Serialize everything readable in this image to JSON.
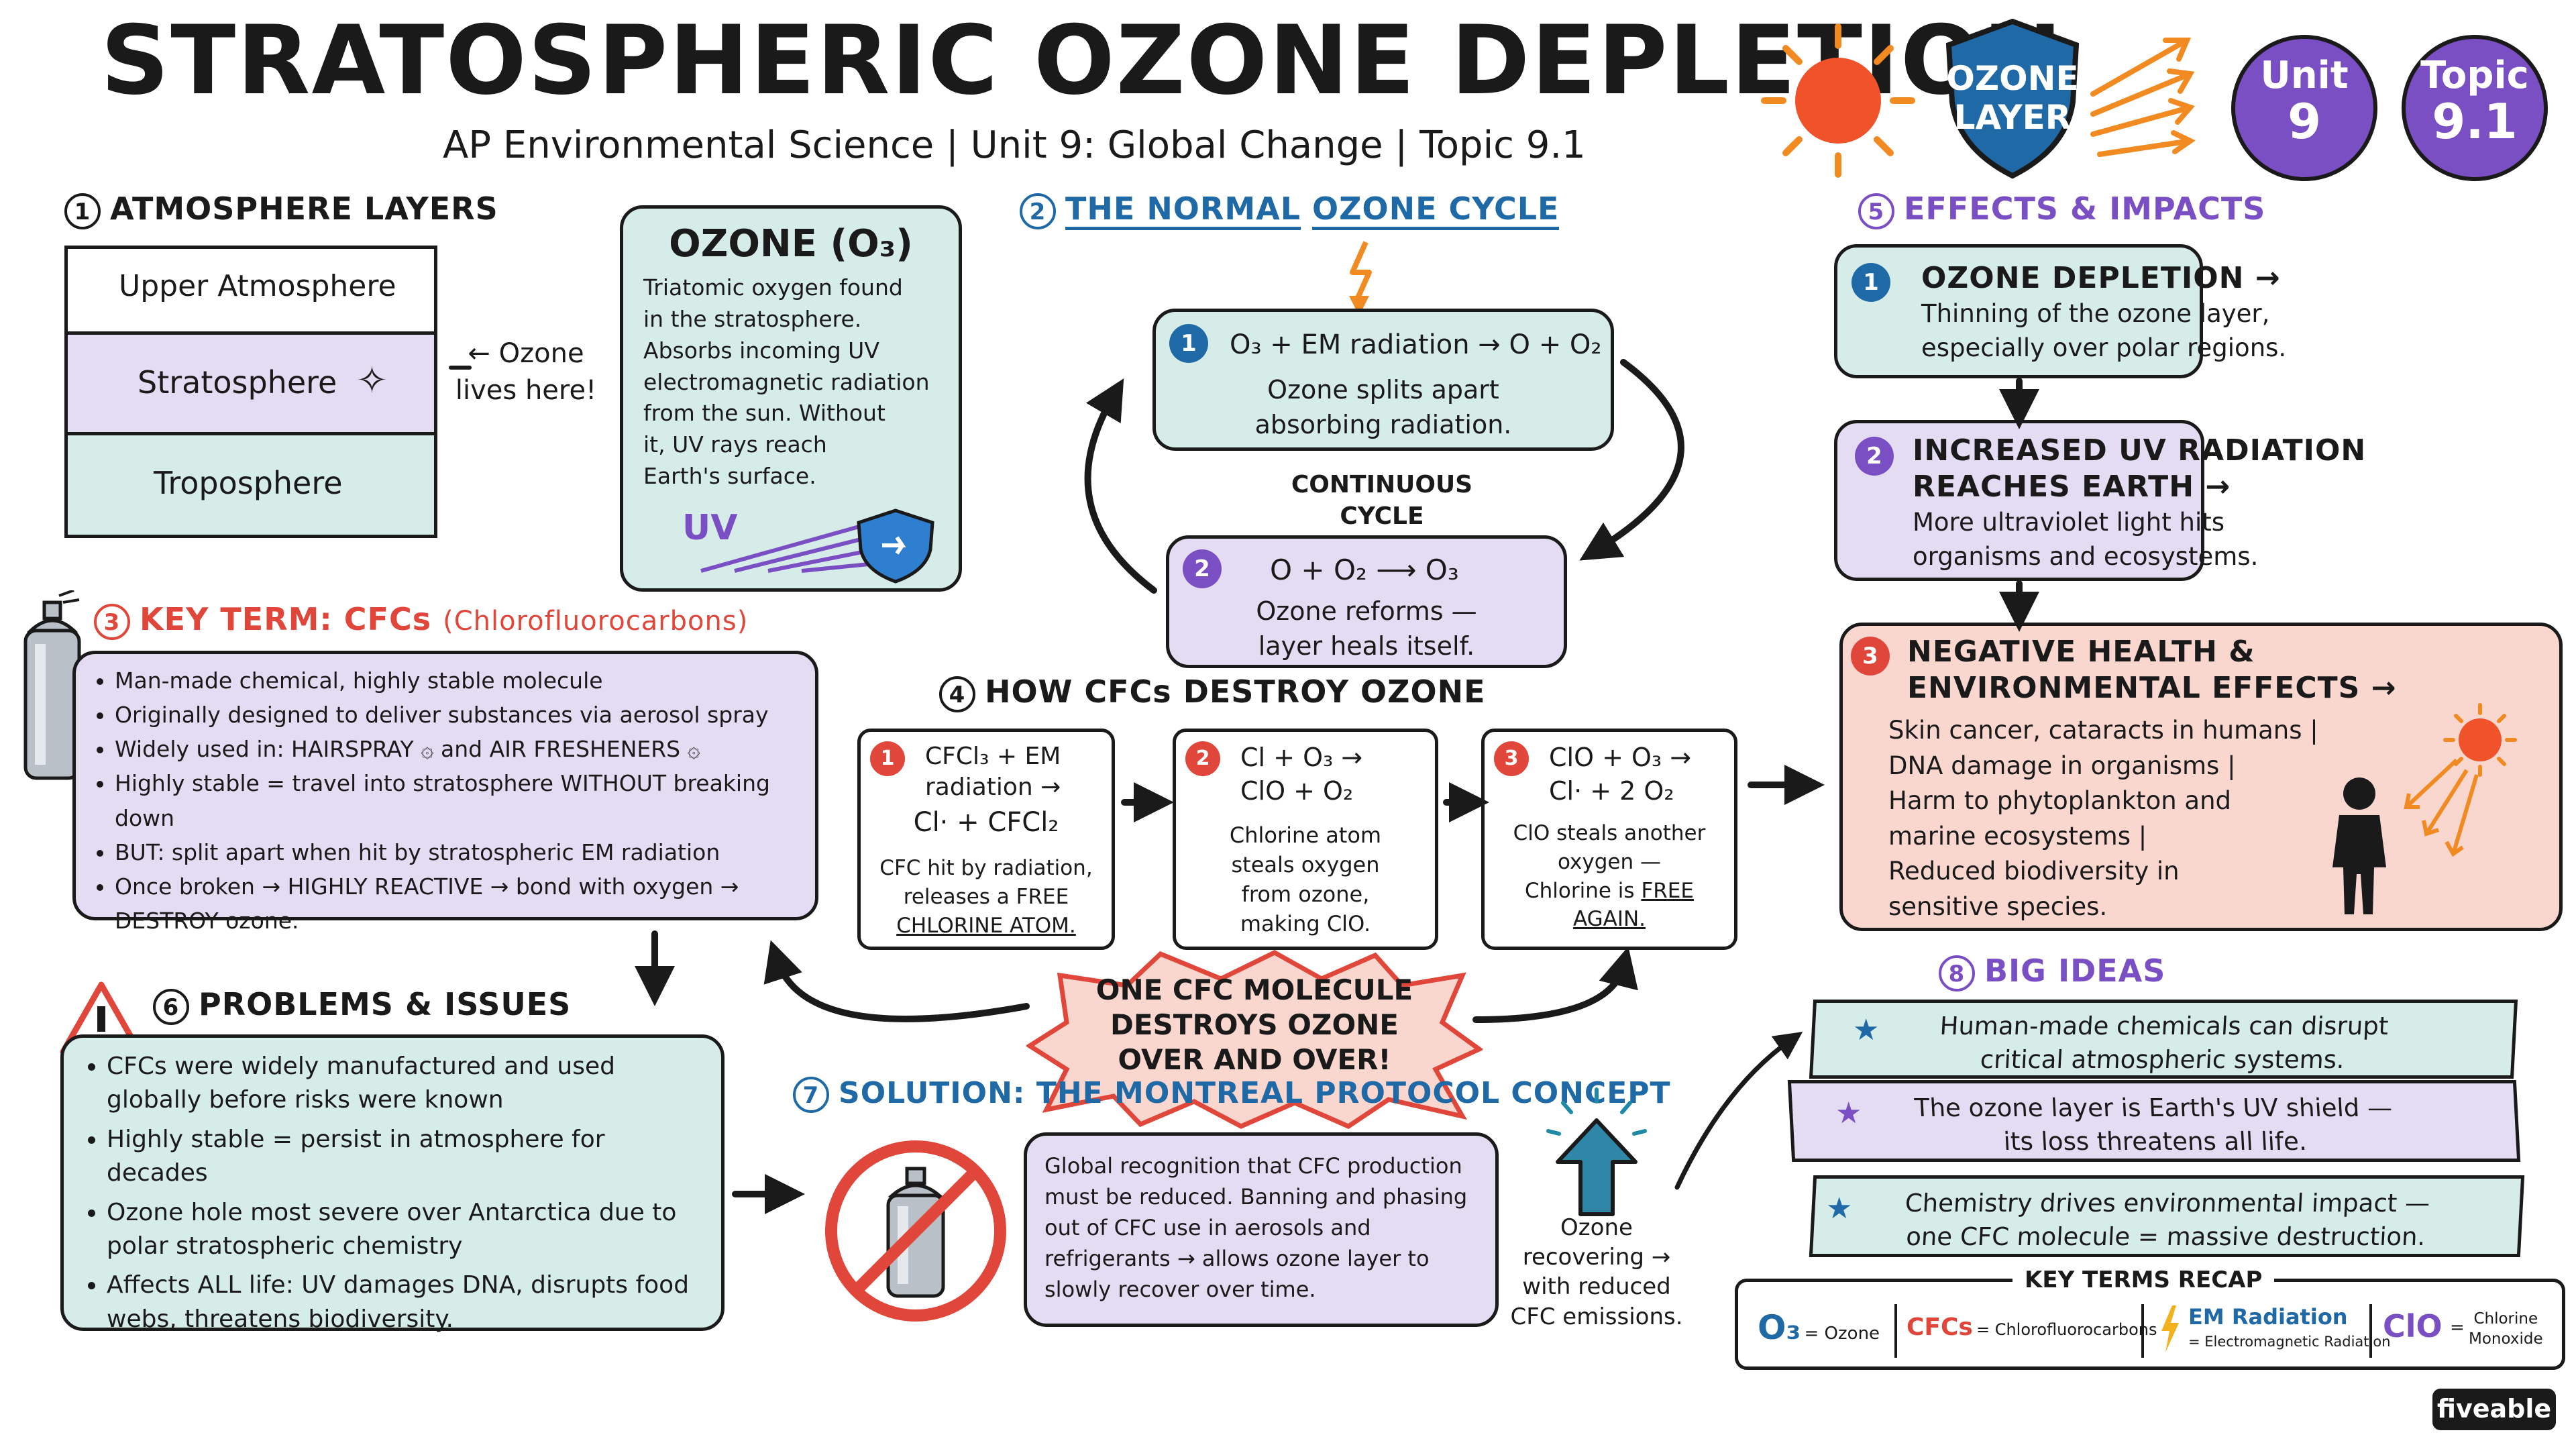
{
  "header": {
    "title": "STRATOSPHERIC OZONE DEPLETION",
    "subtitle": "AP Environmental Science | Unit 9: Global Change | Topic 9.1",
    "shield_line1": "OZONE",
    "shield_line2": "LAYER",
    "unit_label": "Unit",
    "unit_value": "9",
    "topic_label": "Topic",
    "topic_value": "9.1"
  },
  "layers": {
    "number": "1",
    "heading": "ATMOSPHERE LAYERS",
    "rows": [
      "Upper Atmosphere",
      "Stratosphere",
      "Troposphere"
    ],
    "note_line1": "← Ozone",
    "note_line2": "lives here!"
  },
  "ozone": {
    "title": "OZONE (O₃)",
    "lines": [
      "Triatomic oxygen found",
      "in the stratosphere.",
      "Absorbs incoming UV",
      "electromagnetic radiation",
      "from the sun. Without",
      "it, UV rays reach",
      "Earth's surface."
    ],
    "uv_label": "UV"
  },
  "cycle": {
    "number": "2",
    "heading_a": "THE NORMAL",
    "heading_b": "OZONE CYCLE",
    "step1_num": "1",
    "step1_eq": "O₃ + EM radiation → O + O₂",
    "step1_l1": "Ozone splits apart",
    "step1_l2": "absorbing radiation.",
    "center_l1": "CONTINUOUS",
    "center_l2": "CYCLE",
    "step2_num": "2",
    "step2_eq": "O + O₂ ⟶ O₃",
    "step2_l1": "Ozone reforms —",
    "step2_l2": "layer heals itself."
  },
  "cfcs": {
    "number": "3",
    "heading": "KEY TERM: CFCs",
    "heading_paren": "(Chlorofluorocarbons)",
    "bullets": [
      "Man-made chemical, highly stable molecule",
      "Originally designed to deliver substances via aerosol spray",
      "Widely used in: HAIRSPRAY ۞ and AIR FRESHENERS ۞",
      "Highly stable = travel into stratosphere WITHOUT breaking down",
      "BUT: split apart when hit by stratospheric EM radiation",
      "Once broken → HIGHLY REACTIVE → bond with oxygen →",
      "DESTROY ozone."
    ]
  },
  "destroy": {
    "number": "4",
    "heading": "HOW CFCs DESTROY OZONE",
    "step1_num": "1",
    "step1_eq1": "CFCl₃ + EM",
    "step1_eq2": "radiation →",
    "step1_eq3": "Cl· + CFCl₂",
    "step1_t1": "CFC hit by radiation,",
    "step1_t2": "releases a FREE",
    "step1_t3": "CHLORINE ATOM.",
    "step2_num": "2",
    "step2_eq1": "Cl + O₃ →",
    "step2_eq2": "ClO + O₂",
    "step2_t1": "Chlorine atom",
    "step2_t2": "steals oxygen",
    "step2_t3": "from ozone,",
    "step2_t4": "making ClO.",
    "step3_num": "3",
    "step3_eq1": "ClO + O₃ →",
    "step3_eq2": "Cl· + 2 O₂",
    "step3_t1": "ClO steals another",
    "step3_t2": "oxygen —",
    "step3_t3": "Chlorine is",
    "step3_t4": "FREE",
    "step3_t5": "AGAIN.",
    "burst_l1": "ONE CFC MOLECULE",
    "burst_l2": "DESTROYS OZONE",
    "burst_l3": "OVER AND OVER!"
  },
  "effects": {
    "number": "5",
    "heading": "EFFECTS & IMPACTS",
    "e1_num": "1",
    "e1_title": "OZONE DEPLETION →",
    "e1_l1": "Thinning of the ozone layer,",
    "e1_l2": "especially over polar regions.",
    "e2_num": "2",
    "e2_title1": "INCREASED UV RADIATION",
    "e2_title2": "REACHES EARTH →",
    "e2_l1": "More ultraviolet light hits",
    "e2_l2": "organisms and ecosystems.",
    "e3_num": "3",
    "e3_title1": "NEGATIVE HEALTH &",
    "e3_title2": "ENVIRONMENTAL EFFECTS →",
    "e3_lines": [
      "Skin cancer, cataracts in humans |",
      "DNA damage in organisms |",
      "Harm to phytoplankton and",
      "marine ecosystems |",
      "Reduced biodiversity in",
      "sensitive species."
    ]
  },
  "problems": {
    "number": "6",
    "heading": "PROBLEMS & ISSUES",
    "bullets": [
      "CFCs were widely manufactured and used globally before risks were known",
      "Highly stable = persist in atmosphere for decades",
      "Ozone hole most severe over Antarctica due to polar stratospheric chemistry",
      "Affects ALL life: UV damages DNA, disrupts food webs, threatens biodiversity."
    ]
  },
  "solution": {
    "number": "7",
    "heading": "SOLUTION: THE MONTREAL PROTOCOL CONCEPT",
    "lines": [
      "Global recognition that CFC production",
      "must be reduced. Banning and phasing",
      "out of CFC use in aerosols and",
      "refrigerants → allows ozone layer to",
      "slowly recover over time."
    ],
    "recover_lines": [
      "Ozone",
      "recovering →",
      "with reduced",
      "CFC emissions."
    ]
  },
  "big_ideas": {
    "number": "8",
    "heading": "BIG IDEAS",
    "i1_l1": "Human-made chemicals can disrupt",
    "i1_l2": "critical atmospheric systems.",
    "i2_l1": "The ozone layer is Earth's UV shield —",
    "i2_l2": "its loss threatens all life.",
    "i3_l1": "Chemistry drives environmental impact —",
    "i3_l2": "one CFC molecule = massive destruction."
  },
  "recap": {
    "heading": "KEY TERMS RECAP",
    "o3_sym": "O₃",
    "o3_def": "= Ozone",
    "cfc_sym": "CFCs",
    "cfc_def": "= Chlorofluorocarbons",
    "em_sym": "EM Radiation",
    "em_def": "= Electromagnetic Radiation",
    "clo_sym": "ClO",
    "clo_def_eq": "=",
    "clo_def1": "Chlorine",
    "clo_def2": "Monoxide"
  },
  "brand": "fiveable",
  "colors": {
    "blue": "#1f6aa6",
    "purple": "#7a4fc4",
    "red": "#e0463a",
    "teal_bg": "#d6ece8",
    "lavender_bg": "#e3dcf3",
    "pink_bg": "#f9d7cf",
    "orange": "#f28a22"
  }
}
